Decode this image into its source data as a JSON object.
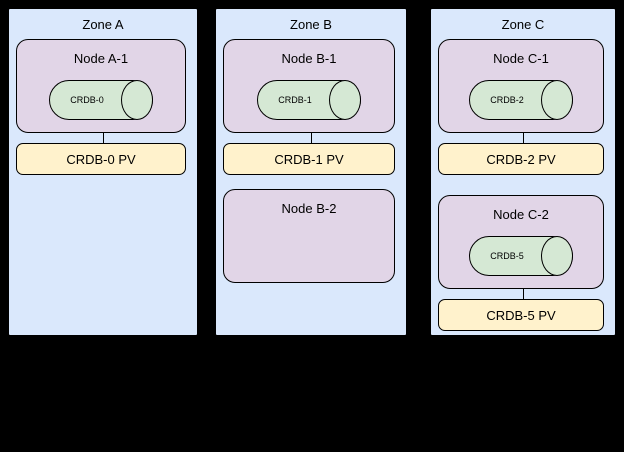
{
  "zones": [
    {
      "label": "Zone A",
      "groups": [
        {
          "node": "Node A-1",
          "db": "CRDB-0",
          "pv": "CRDB-0 PV"
        }
      ]
    },
    {
      "label": "Zone B",
      "groups": [
        {
          "node": "Node B-1",
          "db": "CRDB-1",
          "pv": "CRDB-1 PV"
        },
        {
          "node": "Node B-2"
        }
      ]
    },
    {
      "label": "Zone C",
      "groups": [
        {
          "node": "Node C-1",
          "db": "CRDB-2",
          "pv": "CRDB-2 PV"
        },
        {
          "node": "Node C-2",
          "db": "CRDB-5",
          "pv": "CRDB-5 PV"
        }
      ]
    }
  ],
  "colors": {
    "background": "#000000",
    "zone_fill": "#dae8fc",
    "node_fill": "#e1d5e7",
    "database_fill": "#d5e8d4",
    "pv_fill": "#fff2cc",
    "border": "#000000"
  }
}
